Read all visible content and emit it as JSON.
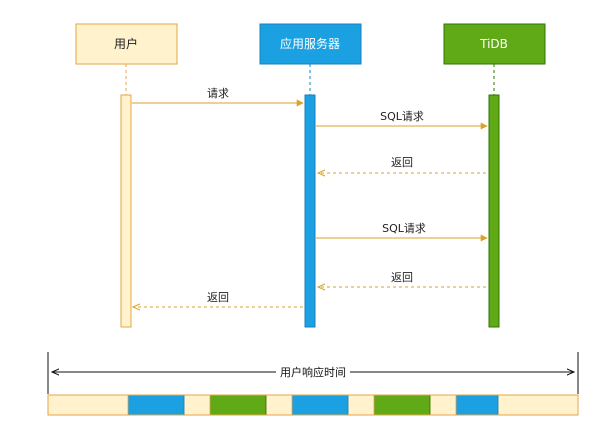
{
  "participants": {
    "user": {
      "label": "用户",
      "fill": "#FFF2CC",
      "stroke": "#E6A545",
      "text_color": "#222222"
    },
    "app": {
      "label": "应用服务器",
      "fill": "#1BA1E2",
      "stroke": "#1B7FBF",
      "text_color": "#ffffff"
    },
    "db": {
      "label": "TiDB",
      "fill": "#60A917",
      "stroke": "#2D7600",
      "text_color": "#ffffff"
    }
  },
  "messages": {
    "m1": "请求",
    "m2": "SQL请求",
    "m3": "返回",
    "m4": "SQL请求",
    "m5": "返回",
    "m6": "返回"
  },
  "arrow_color": "#D9A22A",
  "response_time_label": "用户响应时间",
  "timeline_segments": [
    "user",
    "app",
    "user",
    "db",
    "user",
    "app",
    "user",
    "db",
    "user",
    "app",
    "user"
  ]
}
